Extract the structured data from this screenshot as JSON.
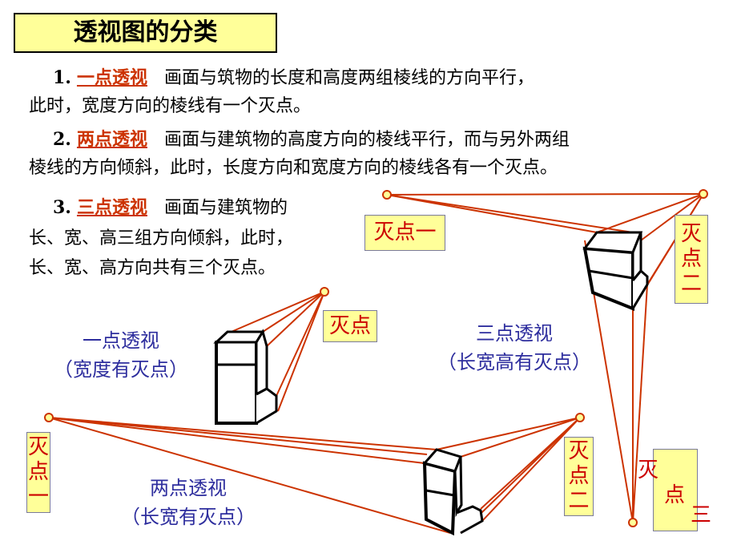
{
  "title": "透视图的分类",
  "items": [
    {
      "num": "1.",
      "term": "一点透视",
      "line1": "画面与筑物的长度和高度两组棱线的方向平行，",
      "line2": "此时，宽度方向的棱线有一个灭点。"
    },
    {
      "num": "2.",
      "term": "两点透视",
      "line1": "画面与建筑物的高度方向的棱线平行，而与另外两组",
      "line2": "棱线的方向倾斜，此时，长度方向和宽度方向的棱线各有一个灭点。"
    },
    {
      "num": "3.",
      "term": "三点透视",
      "line1": "画面与建筑物的",
      "line2": "长、宽、高三组方向倾斜，此时，",
      "line3": "长、宽、高方向共有三个灭点。"
    }
  ],
  "labels": {
    "one_vp": "灭点",
    "two_vp_left": [
      "灭",
      "点",
      "一"
    ],
    "two_vp_right": [
      "灭",
      "点",
      "二"
    ],
    "three_vp1": "灭点一",
    "three_vp2": [
      "灭",
      "点",
      "二"
    ],
    "three_vp3": [
      "灭",
      "点",
      "三"
    ]
  },
  "captions": {
    "one_point": {
      "title": "一点透视",
      "sub": "（宽度有灭点）"
    },
    "two_point": {
      "title": "两点透视",
      "sub": "（长宽有灭点）"
    },
    "three_point": {
      "title": "三点透视",
      "sub": "（长宽高有灭点）"
    }
  },
  "colors": {
    "line": "#cc3300",
    "point_fill": "#ffff99",
    "label_text": "#cc0000",
    "caption_text": "#2e2e9e",
    "box_fill": "#ffff99"
  }
}
